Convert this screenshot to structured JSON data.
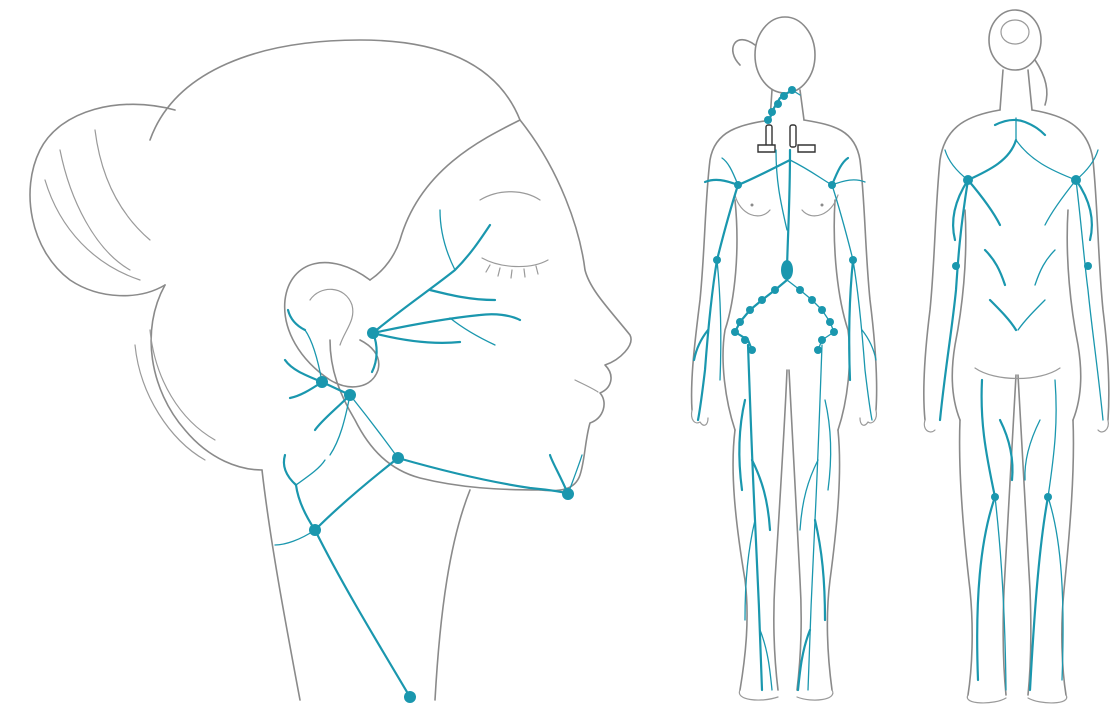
{
  "colors": {
    "lymph": "#1a97ae",
    "outline": "#8a8a8a",
    "background": "#ffffff"
  },
  "figures": [
    {
      "name": "head-profile-view"
    },
    {
      "name": "body-front-view"
    },
    {
      "name": "body-back-view"
    }
  ]
}
